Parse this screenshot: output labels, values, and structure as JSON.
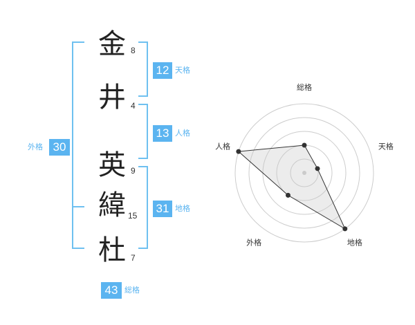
{
  "name": {
    "characters": [
      {
        "char": "金",
        "strokes": "8"
      },
      {
        "char": "井",
        "strokes": "4"
      },
      {
        "char": "英",
        "strokes": "9"
      },
      {
        "char": "緯",
        "strokes": "15"
      },
      {
        "char": "杜",
        "strokes": "7"
      }
    ]
  },
  "fortunes": {
    "tenkaku": {
      "value": "12",
      "label": "天格"
    },
    "jinkaku": {
      "value": "13",
      "label": "人格"
    },
    "chikaku": {
      "value": "31",
      "label": "地格"
    },
    "gaikaku": {
      "value": "30",
      "label": "外格"
    },
    "soukaku": {
      "value": "43",
      "label": "総格"
    }
  },
  "colors": {
    "accent": "#5bb4f0",
    "bracket": "#6ec0f0",
    "text": "#222222"
  },
  "chart_data": {
    "type": "radar",
    "axes": [
      "総格",
      "天格",
      "地格",
      "外格",
      "人格"
    ],
    "values": [
      2,
      1,
      5,
      2,
      5
    ],
    "max": 5,
    "rings": 5,
    "grid": true
  }
}
